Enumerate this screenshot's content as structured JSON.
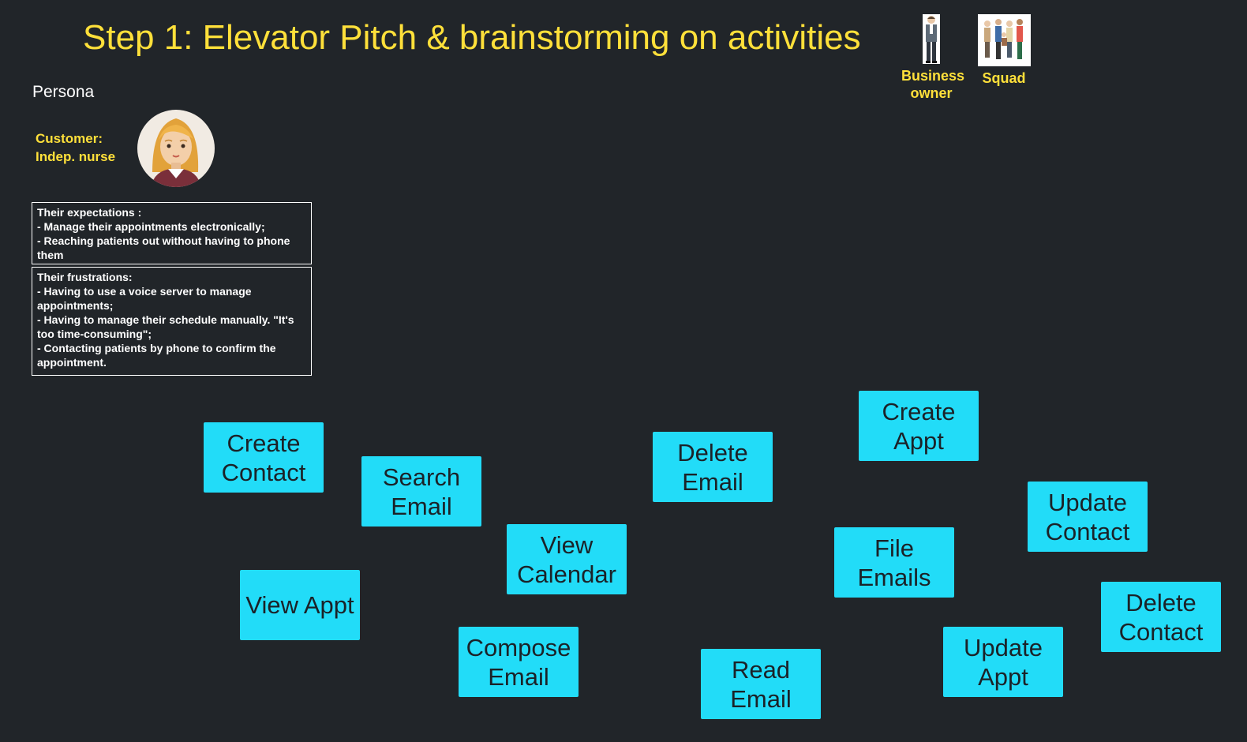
{
  "header": {
    "title": "Step 1: Elevator Pitch & brainstorming on activities"
  },
  "roles": [
    {
      "icon": "business-owner-figure-icon",
      "label": "Business owner"
    },
    {
      "icon": "squad-group-icon",
      "label": "Squad"
    }
  ],
  "persona": {
    "heading": "Persona",
    "customer_line1": "Customer:",
    "customer_line2": "Indep. nurse",
    "avatar_icon": "nurse-avatar-icon",
    "expectations": [
      "Their expectations :",
      "- Manage their appointments electronically;",
      "- Reaching patients out without having to phone them"
    ],
    "frustrations": [
      "Their frustrations:",
      "- Having to use a voice server to manage appointments;",
      "- Having to manage their schedule manually. \"It's too time-consuming\";",
      "- Contacting patients by phone to confirm the appointment."
    ]
  },
  "stickies": [
    {
      "label": "Create Contact"
    },
    {
      "label": "Search Email"
    },
    {
      "label": "Delete Email"
    },
    {
      "label": "Create Appt"
    },
    {
      "label": "Update Contact"
    },
    {
      "label": "View Calendar"
    },
    {
      "label": "File Emails"
    },
    {
      "label": "View Appt"
    },
    {
      "label": "Delete Contact"
    },
    {
      "label": "Compose Email"
    },
    {
      "label": "Update Appt"
    },
    {
      "label": "Read Email"
    }
  ],
  "colors": {
    "background": "#212529",
    "accent_yellow": "#ffe03a",
    "sticky": "#22dcf8"
  }
}
